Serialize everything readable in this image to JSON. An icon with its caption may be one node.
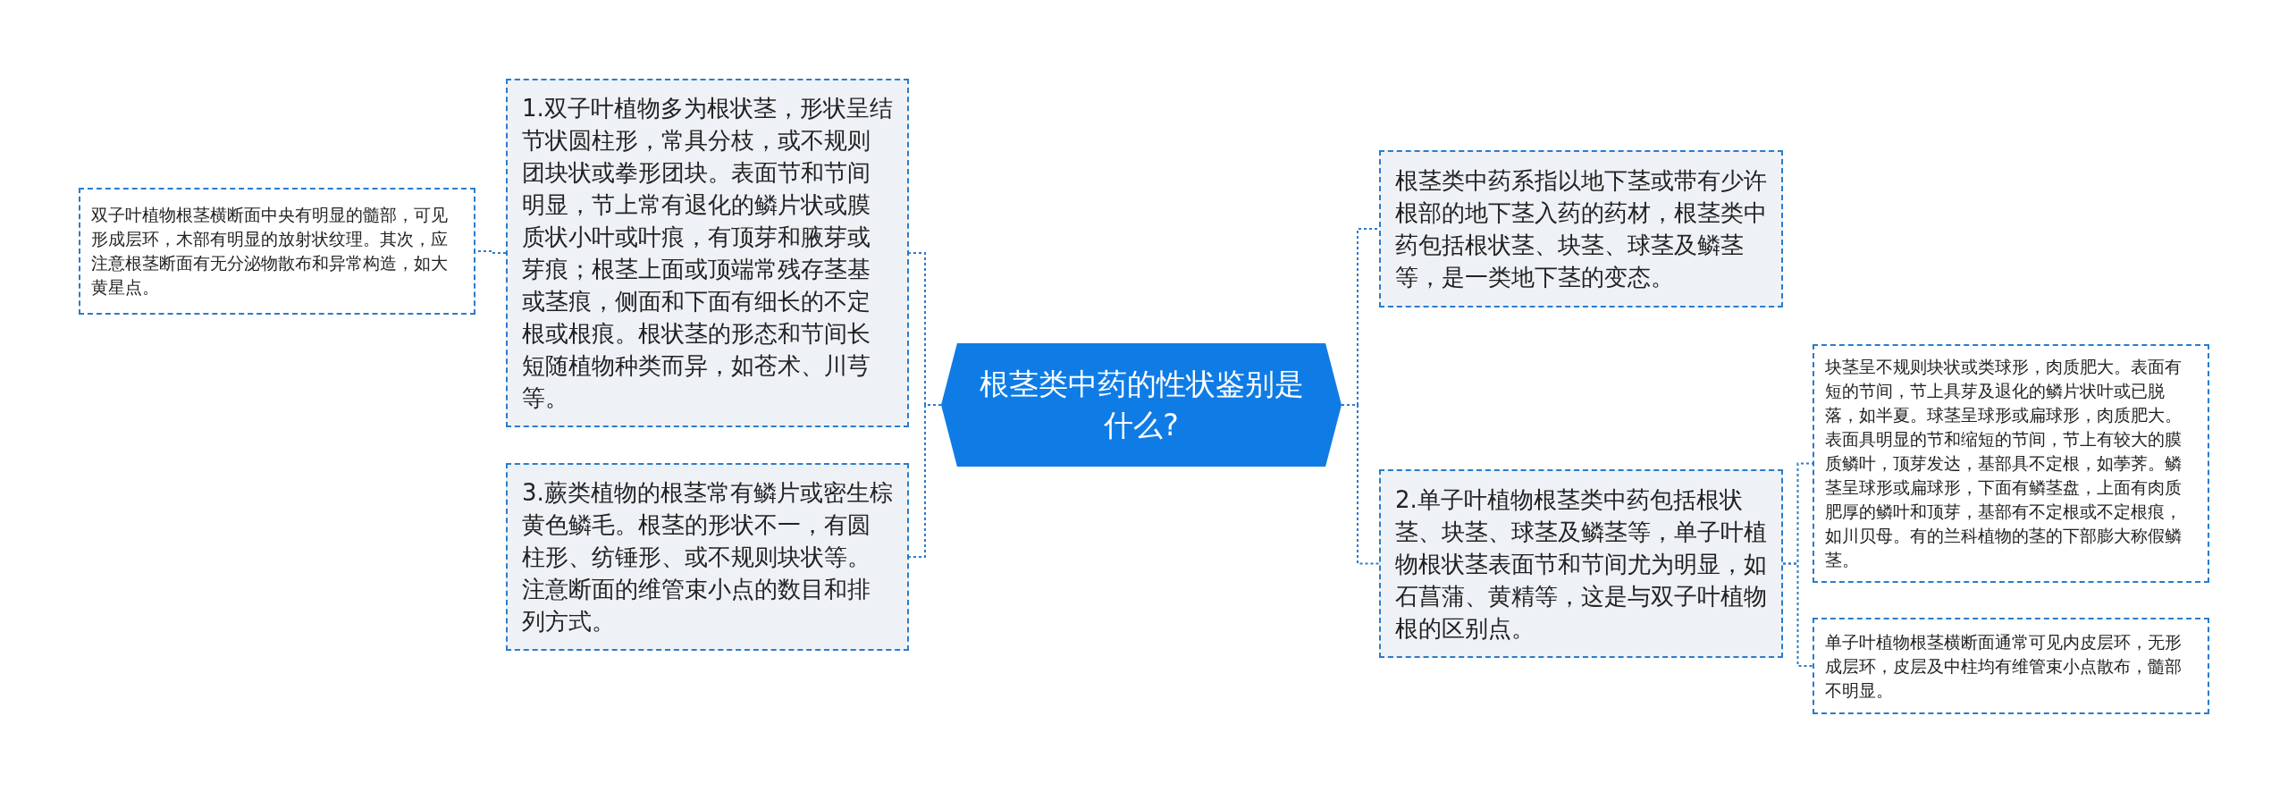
{
  "diagram": {
    "nodes": [
      {
        "text": [
          "根茎类中药的性状鉴别是什么?"
        ]
      },
      {
        "text": [
          "1.双子叶植物多为根状茎，形状呈结节状圆柱形，常具分枝，或不规则团块状或拳形团块。表面节和节间明显，节上常有退化的鳞片状或膜质状小叶或叶痕，有顶芽和腋芽或芽痕；根茎上面或顶端常残存茎基或茎痕，侧面和下面有细长的不定根或根痕。根状茎的形态和节间长短随植物种类而异，如苍术、川芎等。"
        ]
      },
      {
        "text": [
          "双子叶植物根茎横断面中央有明显的髓部，可见形成层环，木部有明显的放射状纹理。其次，应注意根茎断面有无分泌物散布和异常构造，如大黄星点。"
        ]
      },
      {
        "text": [
          "3.蕨类植物的根茎常有鳞片或密生棕黄色鳞毛。根茎的形状不一，有圆柱形、纺锤形、或不规则块状等。注意断面的维管束小点的数目和排列方式。"
        ]
      },
      {
        "text": [
          "根茎类中药系指以地下茎或带有少许根部的地下茎入药的药材，根茎类中药包括根状茎、块茎、球茎及鳞茎等，是一类地下茎的变态。"
        ]
      },
      {
        "text": [
          "2.单子叶植物根茎类中药包括根状茎、块茎、球茎及鳞茎等，单子叶植物根状茎表面节和节间尤为明显，如石菖蒲、黄精等，这是与双子叶植物根的区别点。"
        ]
      },
      {
        "text": [
          "块茎呈不规则块状或类球形，肉质肥大。表面有短的节间，节上具芽及退化的鳞片状叶或已脱落，如半夏。球茎呈球形或扁球形，肉质肥大。表面具明显的节和缩短的节间，节上有较大的膜质鳞叶，顶芽发达，基部具不定根，如荸荠。鳞茎呈球形或扁球形，下面有鳞茎盘，上面有肉质肥厚的鳞叶和顶芽，基部有不定根或不定根痕，如川贝母。有的兰科植物的茎的下部膨大称假鳞茎。"
        ]
      },
      {
        "text": [
          "单子叶植物根茎横断面通常可见内皮层环，无形成层环，皮层及中柱均有维管束小点散布，髓部不明显。"
        ]
      }
    ],
    "edges": [
      {
        "from": 0,
        "to": 1,
        "arrow": "none"
      },
      {
        "from": 1,
        "to": 2,
        "arrow": "none"
      },
      {
        "from": 0,
        "to": 3,
        "arrow": "none"
      },
      {
        "from": 0,
        "to": 4,
        "arrow": "none"
      },
      {
        "from": 0,
        "to": 5,
        "arrow": "none"
      },
      {
        "from": 5,
        "to": 6,
        "arrow": "none"
      },
      {
        "from": 5,
        "to": 7,
        "arrow": "none"
      }
    ]
  }
}
